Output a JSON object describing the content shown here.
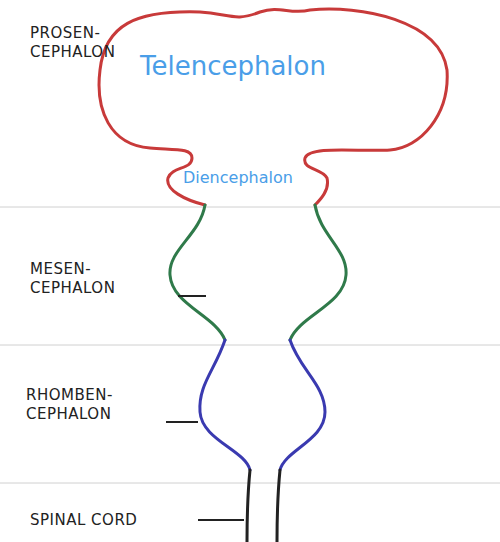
{
  "diagram": {
    "labels": [
      "PROSEN- CEPHALON",
      "Telencephalon",
      "Diencephalon",
      "MESEN- CEPHALON",
      "RHOMBEN- CEPHALON",
      "SPINAL CORD"
    ]
  }
}
